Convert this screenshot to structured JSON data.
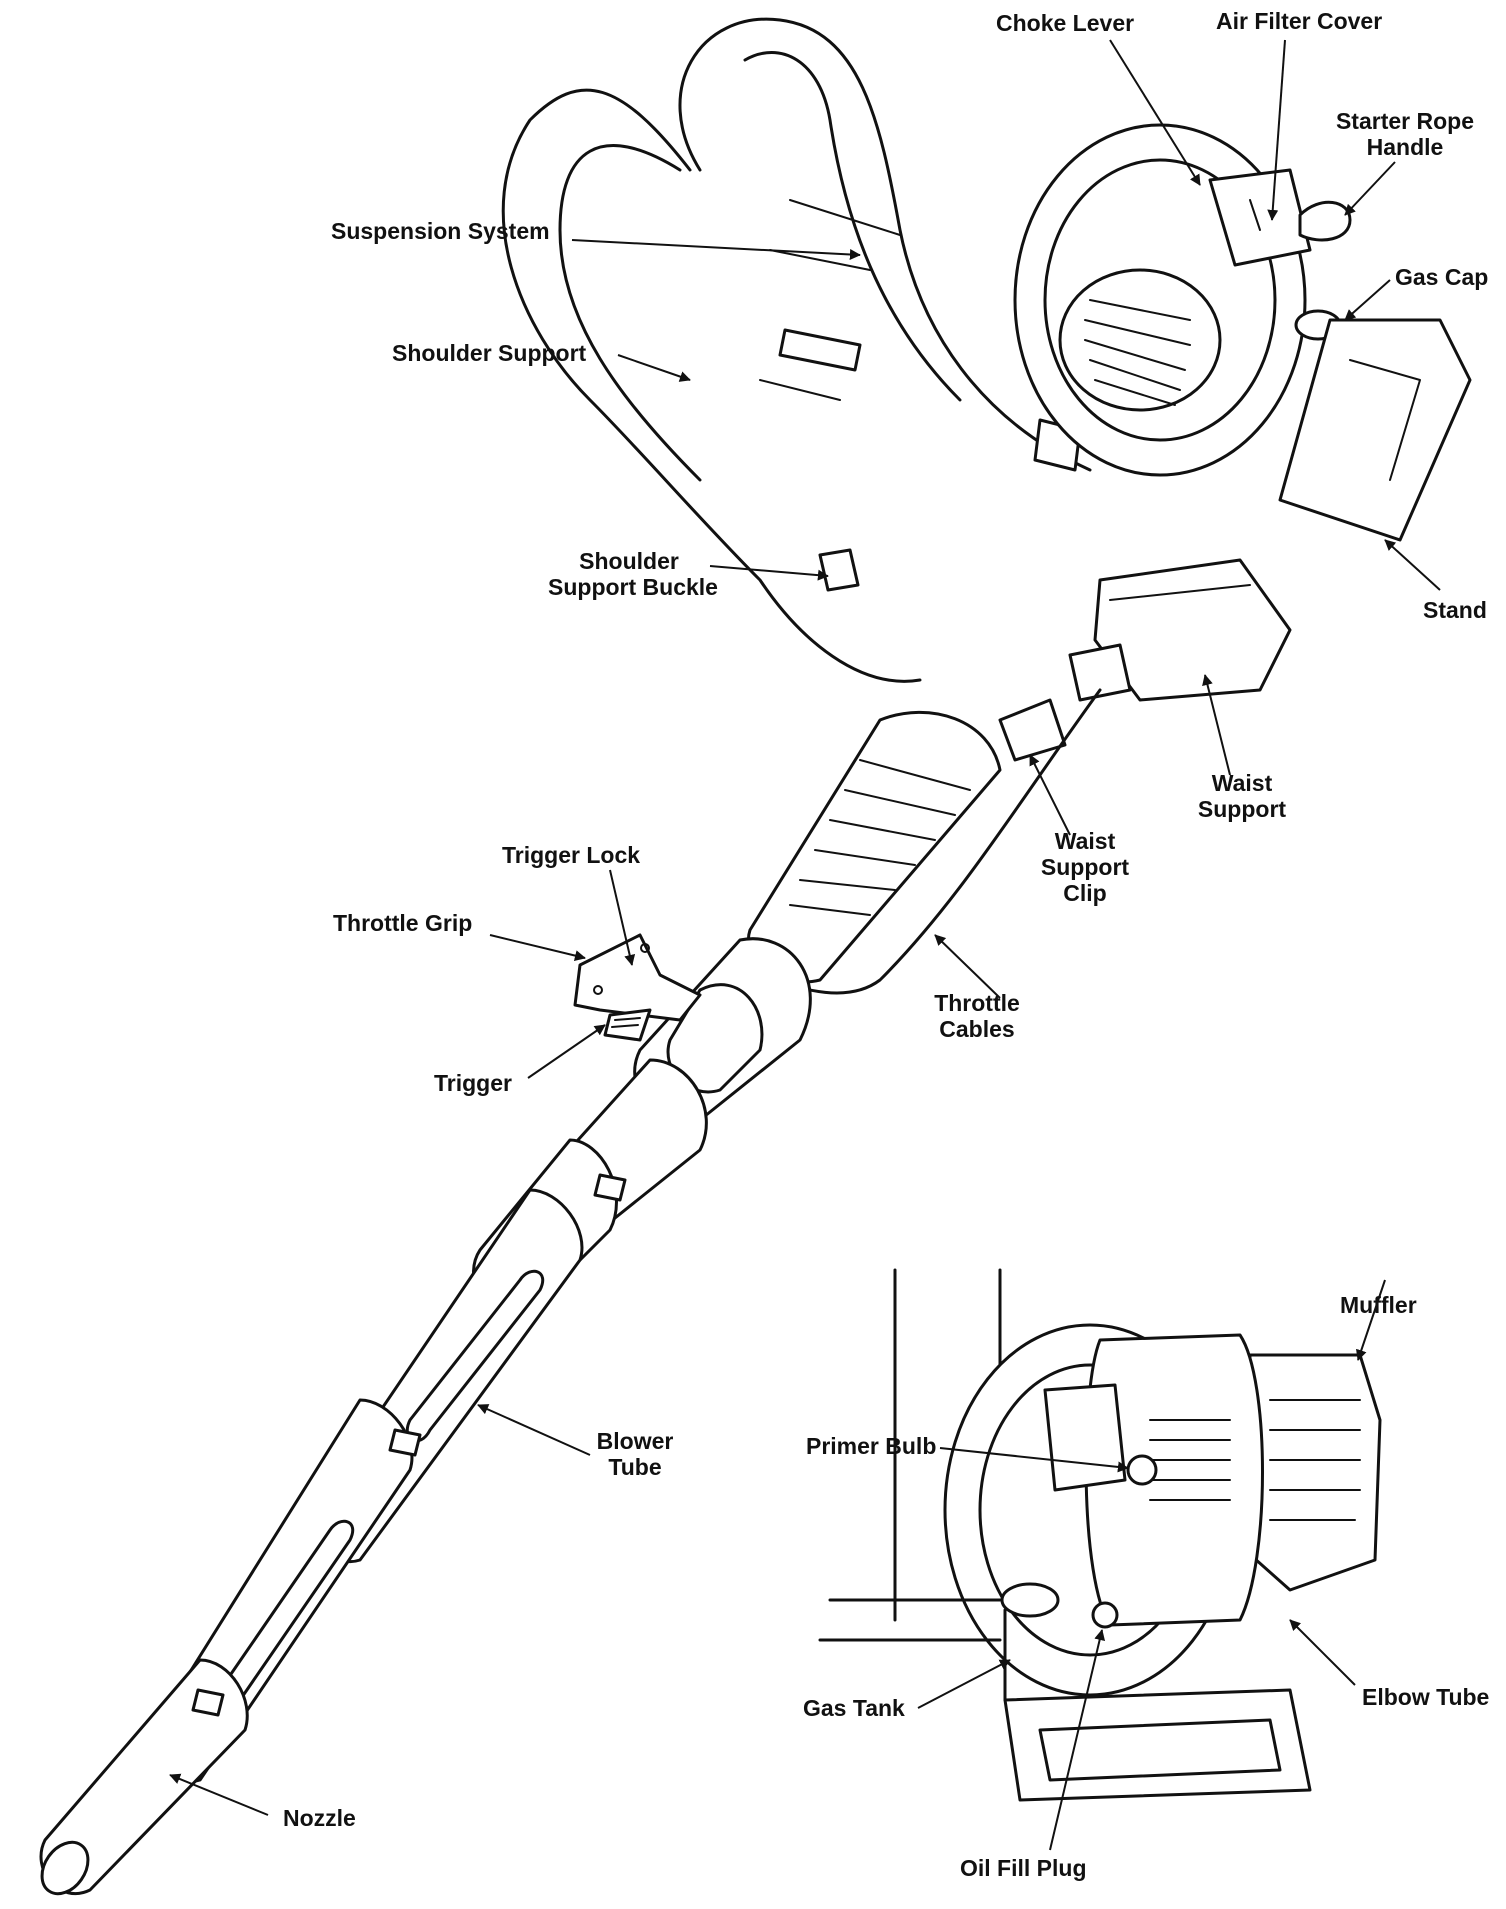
{
  "labels": {
    "choke_lever": "Choke Lever",
    "air_filter_cover": "Air Filter Cover",
    "starter_rope_handle": [
      "Starter Rope",
      "Handle"
    ],
    "gas_cap": "Gas Cap",
    "suspension_system": "Suspension System",
    "shoulder_support": "Shoulder Support",
    "shoulder_support_buckle": [
      "Shoulder",
      "Support Buckle"
    ],
    "stand": "Stand",
    "waist_support": [
      "Waist",
      "Support"
    ],
    "waist_support_clip": [
      "Waist",
      "Support",
      "Clip"
    ],
    "trigger_lock": "Trigger Lock",
    "throttle_grip": "Throttle Grip",
    "trigger": "Trigger",
    "throttle_cables": [
      "Throttle",
      "Cables"
    ],
    "blower_tube": [
      "Blower",
      "Tube"
    ],
    "nozzle": "Nozzle",
    "muffler": "Muffler",
    "primer_bulb": "Primer Bulb",
    "gas_tank": "Gas Tank",
    "elbow_tube": "Elbow Tube",
    "oil_fill_plug": "Oil Fill Plug"
  }
}
